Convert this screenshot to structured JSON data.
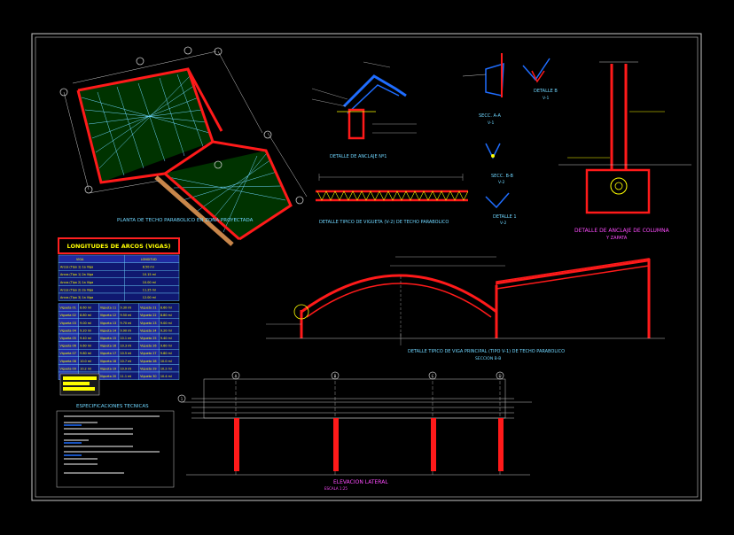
{
  "titles": {
    "plan": "PLANTA DE TECHO PARABOLICO EN ZONA PROYECTADA",
    "anchor_detail": "DETALLE DE ANCLAJE Nº1",
    "beam_detail": "DETALLE TIPICO DE VIGUETA (V-2) DE TECHO PARABOLICO",
    "detail_b": "DETALLE B",
    "detail_b_sub": "V-1",
    "section_aa": "SECC. A-A",
    "section_aa_sub": "V-1",
    "section_bb": "SECC. B-B",
    "section_bb_sub": "V-2",
    "detail_1": "DETALLE 1",
    "detail_1_sub": "V-2",
    "column_anchor": "DETALLE DE ANCLAJE DE COLUMNA",
    "column_anchor_sub": "Y ZAPATA",
    "main_beam": "DETALLE TIPICO DE VIGA PRINCIPAL (TIPO V-1) DE TECHO PARABOLICO",
    "main_beam_sub": "SECCION B-B",
    "specs": "ESPECIFICACIONES TECNICAS",
    "elevation": "ELEVACION LATERAL",
    "elevation_sub": "ESCALA 1:25"
  },
  "table": {
    "title": "LONGITUDES DE ARCOS (VIGAS)",
    "head_left": "VIGA",
    "head_right": "LONGITUD",
    "summary": [
      [
        "Arcos (Tipo 1) 1a Viga",
        "8.50 ml"
      ],
      [
        "Arcos (Tipo 1) 2a Viga",
        "10.15 ml"
      ],
      [
        "Arcos (Tipo 2) 1a Viga",
        "10.00 ml"
      ],
      [
        "Arcos (Tipo 2) 2a Viga",
        "11.25 ml"
      ],
      [
        "Arcos (Tipo 3) 1a Viga",
        "12.00 ml"
      ]
    ],
    "grid": [
      [
        "Vigueta 01",
        "8.60 ml",
        "Vigueta 11",
        "9.30 ml",
        "Vigueta 21",
        "8.60 ml"
      ],
      [
        "Vigueta 02",
        "8.80 ml",
        "Vigueta 12",
        "9.50 ml",
        "Vigueta 22",
        "8.80 ml"
      ],
      [
        "Vigueta 03",
        "9.00 ml",
        "Vigueta 13",
        "9.70 ml",
        "Vigueta 23",
        "9.00 ml"
      ],
      [
        "Vigueta 04",
        "9.20 ml",
        "Vigueta 14",
        "9.90 ml",
        "Vigueta 24",
        "9.20 ml"
      ],
      [
        "Vigueta 05",
        "9.40 ml",
        "Vigueta 15",
        "10.1 ml",
        "Vigueta 25",
        "9.40 ml"
      ],
      [
        "Vigueta 06",
        "9.60 ml",
        "Vigueta 16",
        "10.3 ml",
        "Vigueta 26",
        "9.60 ml"
      ],
      [
        "Vigueta 07",
        "9.80 ml",
        "Vigueta 17",
        "10.5 ml",
        "Vigueta 27",
        "9.80 ml"
      ],
      [
        "Vigueta 08",
        "10.0 ml",
        "Vigueta 18",
        "10.7 ml",
        "Vigueta 28",
        "10.0 ml"
      ],
      [
        "Vigueta 09",
        "10.2 ml",
        "Vigueta 19",
        "10.9 ml",
        "Vigueta 29",
        "10.2 ml"
      ],
      [
        "Vigueta 10",
        "10.4 ml",
        "Vigueta 20",
        "11.1 ml",
        "Vigueta 30",
        "10.4 ml"
      ]
    ]
  },
  "grid_axes": [
    "1",
    "A",
    "B",
    "C",
    "D"
  ],
  "colors": {
    "background": "#000000",
    "frame": "#c8c8c8",
    "steel": "#ff1a1a",
    "bracing": "#6fd6ff",
    "connection": "#1f6dff",
    "note": "#ffff00",
    "hatch": "#00e000",
    "column_title": "#ff4cff",
    "timber": "#c8864a",
    "table_border": "#ff2020",
    "table_fill": "#202aa0",
    "table_text": "#ffff00"
  }
}
